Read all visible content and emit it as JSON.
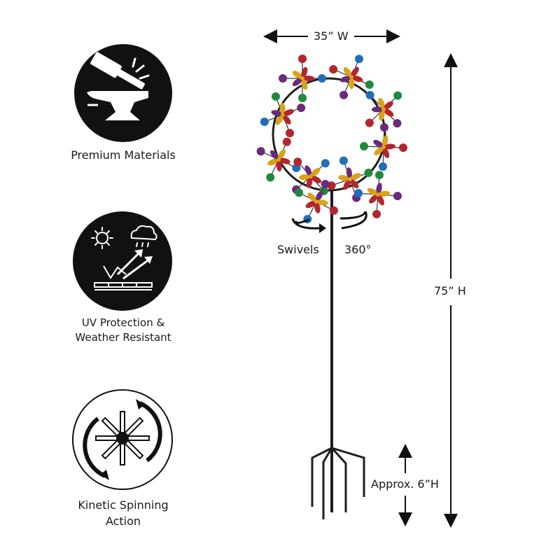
{
  "features": [
    {
      "icon": "anvil-hammer-icon",
      "label": "Premium Materials"
    },
    {
      "icon": "sun-cloud-uv-icon",
      "label_line1": "UV Protection &",
      "label_line2": "Weather Resistant"
    },
    {
      "icon": "spinning-arrows-icon",
      "label_line1": "Kinetic Spinning",
      "label_line2": "Action"
    }
  ],
  "dimensions": {
    "width": "35” W",
    "height": "75” H",
    "stake": "Approx. 6”H",
    "swivel_left": "Swivels",
    "swivel_right": "360°"
  },
  "colors": {
    "icon_fill": "#111111",
    "pole": "#1e1e1e",
    "petal_red": "#b3262e",
    "petal_gold": "#d9a21b",
    "petal_purple": "#6b2a7a",
    "ball_blue": "#1f6fb8",
    "ball_green": "#1f8a3c"
  }
}
